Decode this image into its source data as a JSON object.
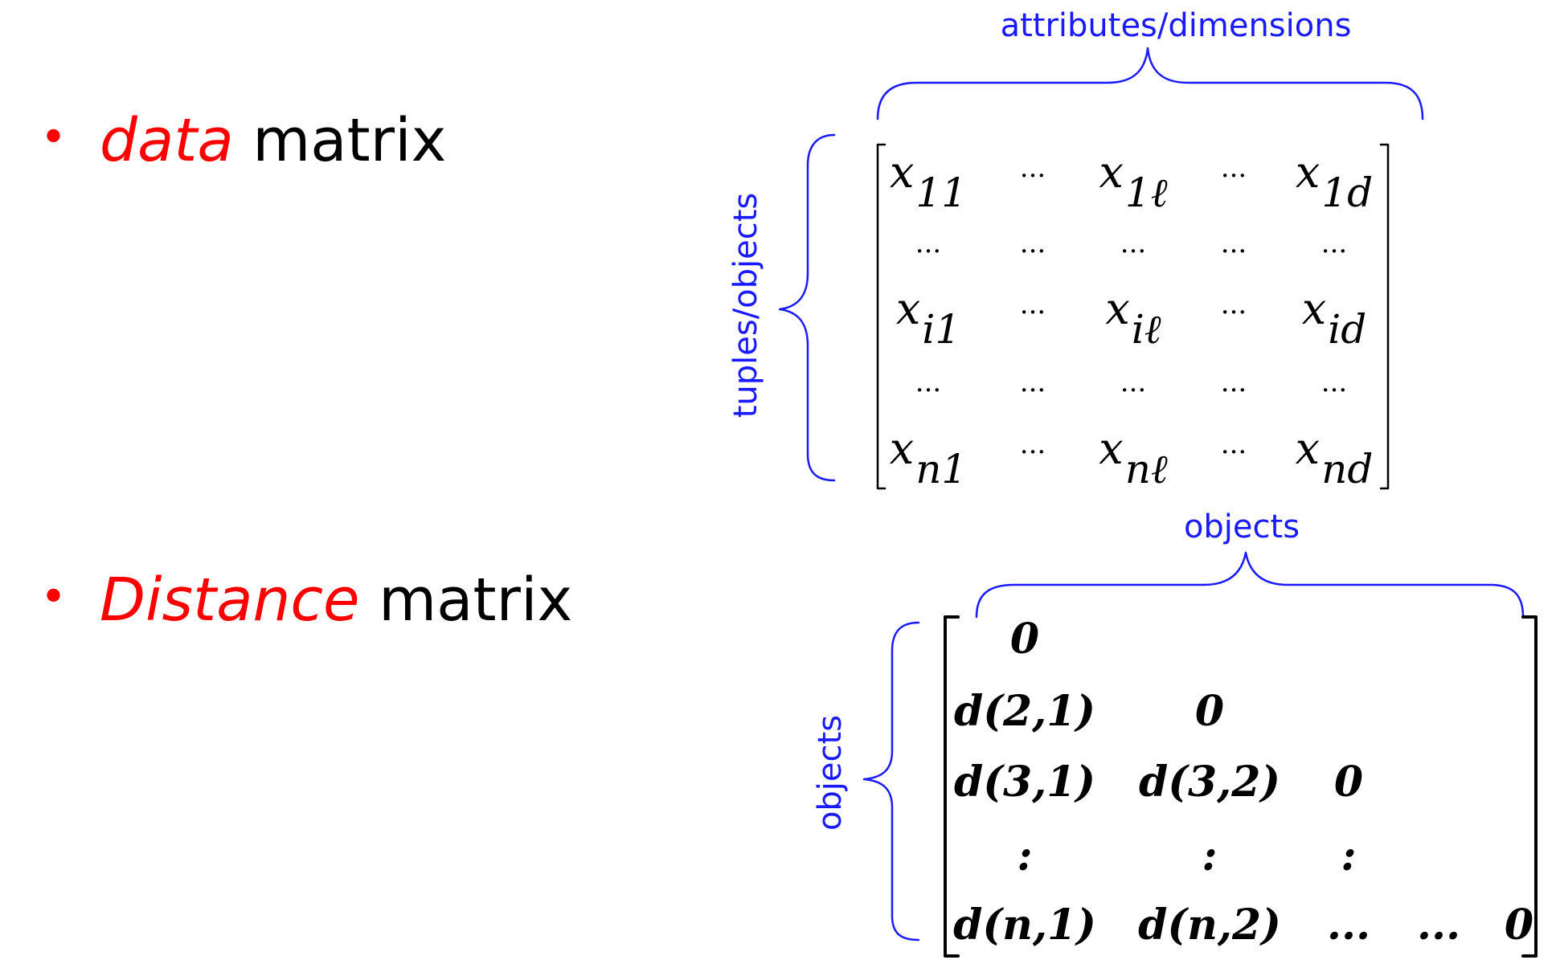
{
  "bullets": [
    {
      "keyword": "data",
      "rest": " matrix"
    },
    {
      "keyword": "Distance",
      "rest": " matrix"
    }
  ],
  "bullet_symbol": "•",
  "colors": {
    "keyword": "#ff0000",
    "annotation": "#1a1aff",
    "text": "#000000"
  },
  "data_matrix": {
    "top_label": "attributes/dimensions",
    "side_label": "tuples/objects",
    "rows": [
      [
        {
          "b": "x",
          "s": "11"
        },
        "...",
        {
          "b": "x",
          "s": "1ℓ"
        },
        "...",
        {
          "b": "x",
          "s": "1d"
        }
      ],
      [
        "...",
        "...",
        "...",
        "...",
        "..."
      ],
      [
        {
          "b": "x",
          "s": "i1"
        },
        "...",
        {
          "b": "x",
          "s": "iℓ"
        },
        "...",
        {
          "b": "x",
          "s": "id"
        }
      ],
      [
        "...",
        "...",
        "...",
        "...",
        "..."
      ],
      [
        {
          "b": "x",
          "s": "n1"
        },
        "...",
        {
          "b": "x",
          "s": "nℓ"
        },
        "...",
        {
          "b": "x",
          "s": "nd"
        }
      ]
    ]
  },
  "distance_matrix": {
    "top_label": "objects",
    "side_label": "objects",
    "rows": [
      [
        "0"
      ],
      [
        "d(2,1)",
        "0"
      ],
      [
        "d(3,1)",
        "d(3,2)",
        "0"
      ],
      [
        ":",
        ":",
        ":"
      ],
      [
        "d(n,1)",
        "d(n,2)",
        "...",
        "...",
        "0"
      ]
    ]
  }
}
